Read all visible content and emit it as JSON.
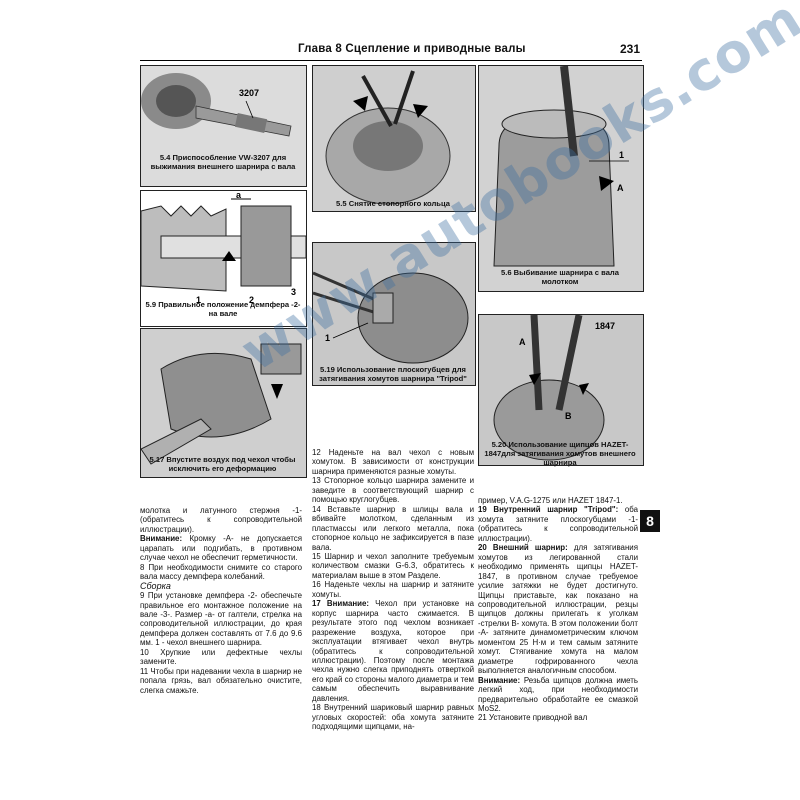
{
  "header": {
    "title": "Глава 8 Сцепление и приводные валы",
    "page": "231"
  },
  "side_tab": "8",
  "watermark": "www.autobooks.com.ua",
  "figures": {
    "f54": {
      "caption": "5.4 Приспособление VW-3207 для выжимания внешнего шарнира с вала",
      "label": "3207"
    },
    "f55": {
      "caption": "5.5 Снятие стопорного кольца"
    },
    "f56": {
      "caption": "5.6 Выбивание шарнира с вала молотком",
      "label_1": "1",
      "label_a": "A"
    },
    "f59": {
      "caption": "5.9 Правильное положение демпфера -2- на вале",
      "label_a": "a",
      "label_1": "1",
      "label_2": "2",
      "label_3": "3"
    },
    "f517": {
      "caption": "5.17 Впустите воздух под чехол чтобы исключить его деформацию"
    },
    "f519": {
      "caption": "5.19 Использование плоскогубцев для затягивания хомутов шарнира \"Tripod\"",
      "label_1": "1"
    },
    "f520": {
      "caption": "5.20 Использование щипцов HAZET-1847для затягивания хомутов внешнего шарнира",
      "label": "1847",
      "label_a": "A",
      "label_b": "B"
    }
  },
  "col1": {
    "p1": "молотка и латунного стержня -1- (обратитесь к сопроводительной иллюстрации).",
    "p2_head": "Внимание:",
    "p2": "Кромку -А- не допускается царапать или подгибать, в противном случае чехол не обеспечит герметичности.",
    "p3": "8 При необходимости снимите со старого вала массу демпфера колебаний.",
    "section": "Сборка",
    "p4": "9 При установке демпфера -2- обеспечьте правильное его монтажное положение на вале -3-. Размер -а- от галтели, стрелка на сопроводительной иллюстрации, до края демпфера должен составлять от 7.6 до 9.6 мм. 1 - чехол внешнего шарнира.",
    "p5": "10 Хрупкие или дефектные чехлы замените.",
    "p6": "11 Чтобы при надевании чехла в шарнир не попала грязь, вал обязательно очистите, слегка смажьте."
  },
  "col2": {
    "p1": "12 Наденьте на вал чехол с новым хомутом. В зависимости от конструкции шарнира применяются разные хомуты.",
    "p2": "13 Стопорное кольцо шарнира замените и заведите в соответствующий шарнир с помощью круглогубцев.",
    "p3": "14 Вставьте шарнир в шлицы вала и вбивайте молотком, сделанным из пластмассы или легкого металла, пока стопорное кольцо не зафиксируется в пазе вала.",
    "p4": "15 Шарнир и чехол заполните требуемым количеством смазки G-6.3, обратитесь к материалам выше в этом Разделе.",
    "p5": "16 Наденьте чехлы на шарнир и затяните хомуты.",
    "p6_head": "17 Внимание:",
    "p6": "Чехол при установке на корпус шарнира часто сжимается. В результате этого под чехлом возникает разрежение воздуха, которое при эксплуатации втягивает чехол внутрь (обратитесь к сопроводительной иллюстрации). Поэтому после монтажа чехла нужно слегка приподнять отверткой его край со стороны малого диаметра и тем самым обеспечить выравнивание давления.",
    "p7": "18 Внутренний шариковый шарнир равных угловых скоростей: оба хомута затяните подходящими щипцами, на-"
  },
  "col3": {
    "p1": "пример, V.A.G-1275 или HAZET 1847-1.",
    "p2_head": "19 Внутренний шарнир \"Tripod\":",
    "p2": "оба хомута затяните плоскогубцами -1- (обратитесь к сопроводительной иллюстрации).",
    "p3_head": "20 Внешний шарнир:",
    "p3": "для затягивания хомутов из легированной стали необходимо применять щипцы HAZET-1847, в противном случае требуемое усилие затяжки не будет достигнуто. Щипцы приставьте, как показано на сопроводительной иллюстрации, резцы щипцов должны прилегать к уголкам -стрелки В- хомута. В этом положении болт -А- затяните динамометрическим ключом моментом 25 Н·м и тем самым затяните хомут. Стягивание хомута на малом диаметре гофрированного чехла выполняется аналогичным способом.",
    "p4_head": "Внимание:",
    "p4": "Резьба щипцов должна иметь легкий ход, при необходимости предварительно обработайте ее смазкой MoS2.",
    "p5": "21 Установите приводной вал"
  }
}
